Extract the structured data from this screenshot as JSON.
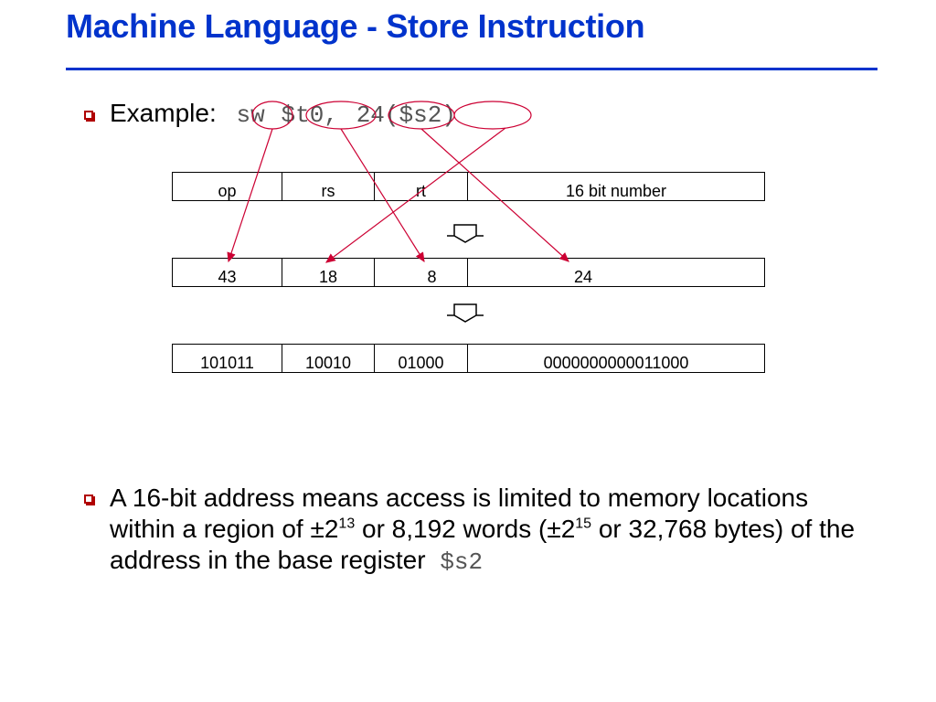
{
  "title": "Machine Language - Store Instruction",
  "example": {
    "label": "Example:",
    "mnemonic": "sw",
    "reg_rt": "$t0",
    "comma": ",",
    "offset": "24",
    "base": "($s2)"
  },
  "field_table": {
    "headers": [
      "op",
      "rs",
      "rt",
      "16 bit number"
    ],
    "decimal": [
      "43",
      "18",
      "8",
      "24"
    ],
    "binary": [
      "101011",
      "10010",
      "01000",
      "0000000000011000"
    ]
  },
  "note": {
    "part1": "A 16-bit address means access is limited to memory locations within a region of ",
    "pm1": "±",
    "base1": "2",
    "exp1": "13",
    "part2": " or 8,192 words (",
    "pm2": "±",
    "base2": "2",
    "exp2": "15",
    "part3": " or 32,768 bytes) of the address in the base register ",
    "register": "$s2"
  },
  "colors": {
    "title": "#0033cc",
    "arrows": "#cc0033",
    "bullet": "#b00000",
    "code": "#555555"
  },
  "icons": [
    "bullet-square-icon",
    "down-arrow-icon"
  ]
}
